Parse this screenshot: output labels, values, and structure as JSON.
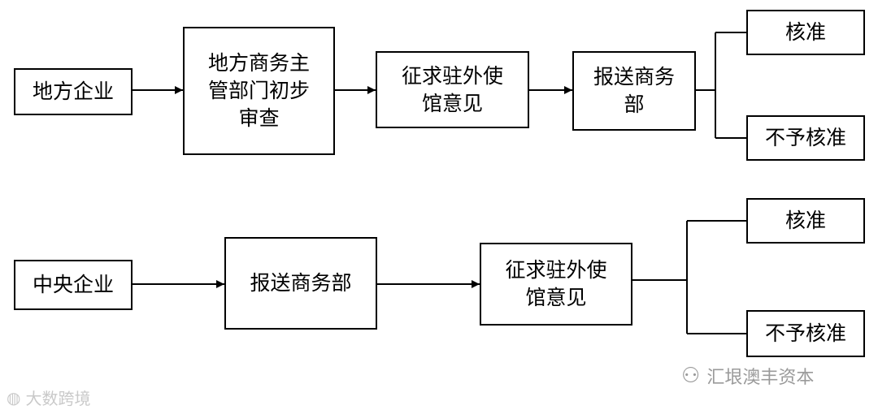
{
  "row1": {
    "start": "地方企业",
    "step1_lines": [
      "地方商务主",
      "管部门初步",
      "审查"
    ],
    "step2_lines": [
      "征求驻外使",
      "馆意见"
    ],
    "step3_lines": [
      "报送商务",
      "部"
    ],
    "approve": "核准",
    "reject": "不予核准"
  },
  "row2": {
    "start": "中央企业",
    "step1": "报送商务部",
    "step2_lines": [
      "征求驻外使",
      "馆意见"
    ],
    "approve": "核准",
    "reject": "不予核准"
  },
  "watermarks": {
    "left": "大数跨境",
    "right": "汇垠澳丰资本"
  }
}
